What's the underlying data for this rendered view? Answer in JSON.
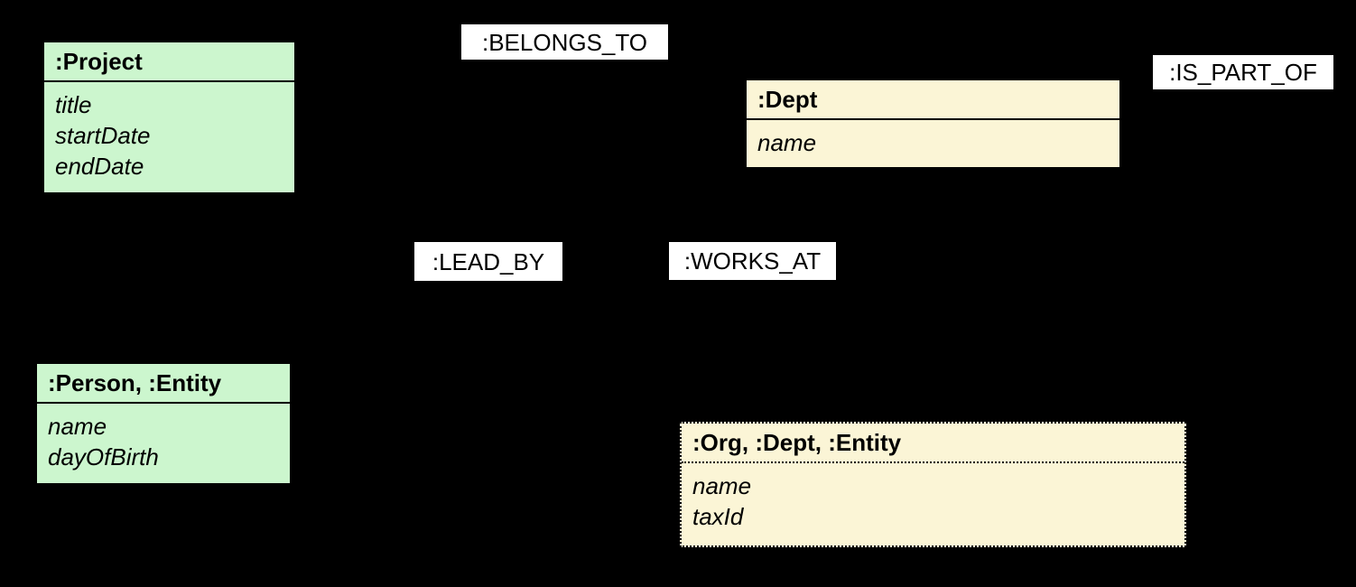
{
  "diagram": {
    "background_color": "#000000",
    "colors": {
      "node_green_fill": "#ccf6ce",
      "node_yellow_fill": "#fbf5d6",
      "node_border": "#000000",
      "relationship_label_background": "#ffffff",
      "text": "#000000"
    },
    "nodes": [
      {
        "id": "project",
        "labels": ":Project",
        "properties": [
          "title",
          "startDate",
          "endDate"
        ],
        "fill": "#ccf6ce",
        "border_style": "solid"
      },
      {
        "id": "dept",
        "labels": ":Dept",
        "properties": [
          "name"
        ],
        "fill": "#fbf5d6",
        "border_style": "solid"
      },
      {
        "id": "person",
        "labels": ":Person, :Entity",
        "properties": [
          "name",
          "dayOfBirth"
        ],
        "fill": "#ccf6ce",
        "border_style": "solid"
      },
      {
        "id": "org",
        "labels": ":Org, :Dept, :Entity",
        "properties": [
          "name",
          "taxId"
        ],
        "fill": "#fbf5d6",
        "border_style": "dotted"
      }
    ],
    "relationships": [
      {
        "id": "belongs_to",
        "label": ":BELONGS_TO"
      },
      {
        "id": "is_part_of",
        "label": ":IS_PART_OF"
      },
      {
        "id": "lead_by",
        "label": ":LEAD_BY"
      },
      {
        "id": "works_at",
        "label": ":WORKS_AT"
      }
    ]
  }
}
